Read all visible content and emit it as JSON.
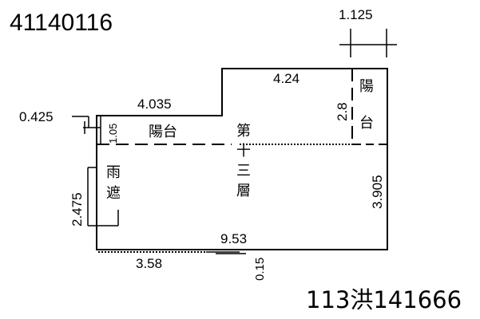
{
  "drawing": {
    "id_top": "41140116",
    "id_bottom": "113洪141666",
    "floor_label": [
      "第",
      "十",
      "三",
      "層"
    ],
    "balcony_left_label": "陽台",
    "balcony_right_label": [
      "陽",
      "台"
    ],
    "canopy_label": [
      "雨",
      "遮"
    ]
  },
  "dimensions": {
    "top_offset": "1.125",
    "main_width_top": "4.24",
    "left_balcony_width": "4.035",
    "left_offset": "0.425",
    "left_balcony_depth": "1.05",
    "right_balcony_depth": "2.8",
    "right_height": "3.905",
    "canopy_height": "2.475",
    "total_width": "9.53",
    "bottom_segment": "3.58",
    "bottom_offset": "0.15"
  }
}
